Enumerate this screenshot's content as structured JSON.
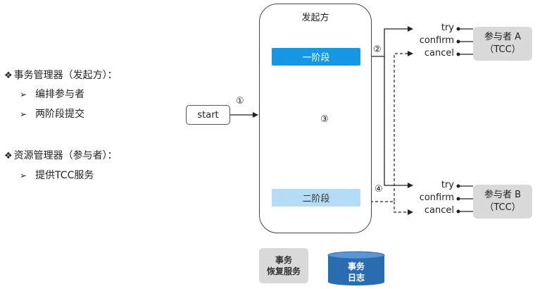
{
  "left_panel": {
    "tm": {
      "bullet": "❖",
      "label": "事务管理器（发起方）："
    },
    "tm_items": [
      {
        "arrow": "➢",
        "label": "编排参与者"
      },
      {
        "arrow": "➢",
        "label": "两阶段提交"
      }
    ],
    "rm": {
      "bullet": "❖",
      "label": "资源管理器（参与者）："
    },
    "rm_items": [
      {
        "arrow": "➢",
        "label": "提供TCC服务"
      }
    ]
  },
  "diagram": {
    "start_label": "start",
    "initiator_title": "发起方",
    "phase1_label": "一阶段",
    "phase2_label": "二阶段",
    "step_numbers": [
      "①",
      "②",
      "③",
      "④"
    ],
    "participant_a": {
      "line1": "参与者 A",
      "line2": "（TCC）"
    },
    "participant_b": {
      "line1": "参与者 B",
      "line2": "（TCC）"
    },
    "operations": [
      "try",
      "confirm",
      "cancel"
    ],
    "recovery": {
      "line1": "事务",
      "line2": "恢复服务"
    },
    "log": {
      "line1": "事务",
      "line2": "日志"
    }
  },
  "colors": {
    "phase1": "#1597e4",
    "phase2": "#b5dcf5",
    "participant": "#d9d9d9",
    "log_db": "#2a6cb0"
  }
}
